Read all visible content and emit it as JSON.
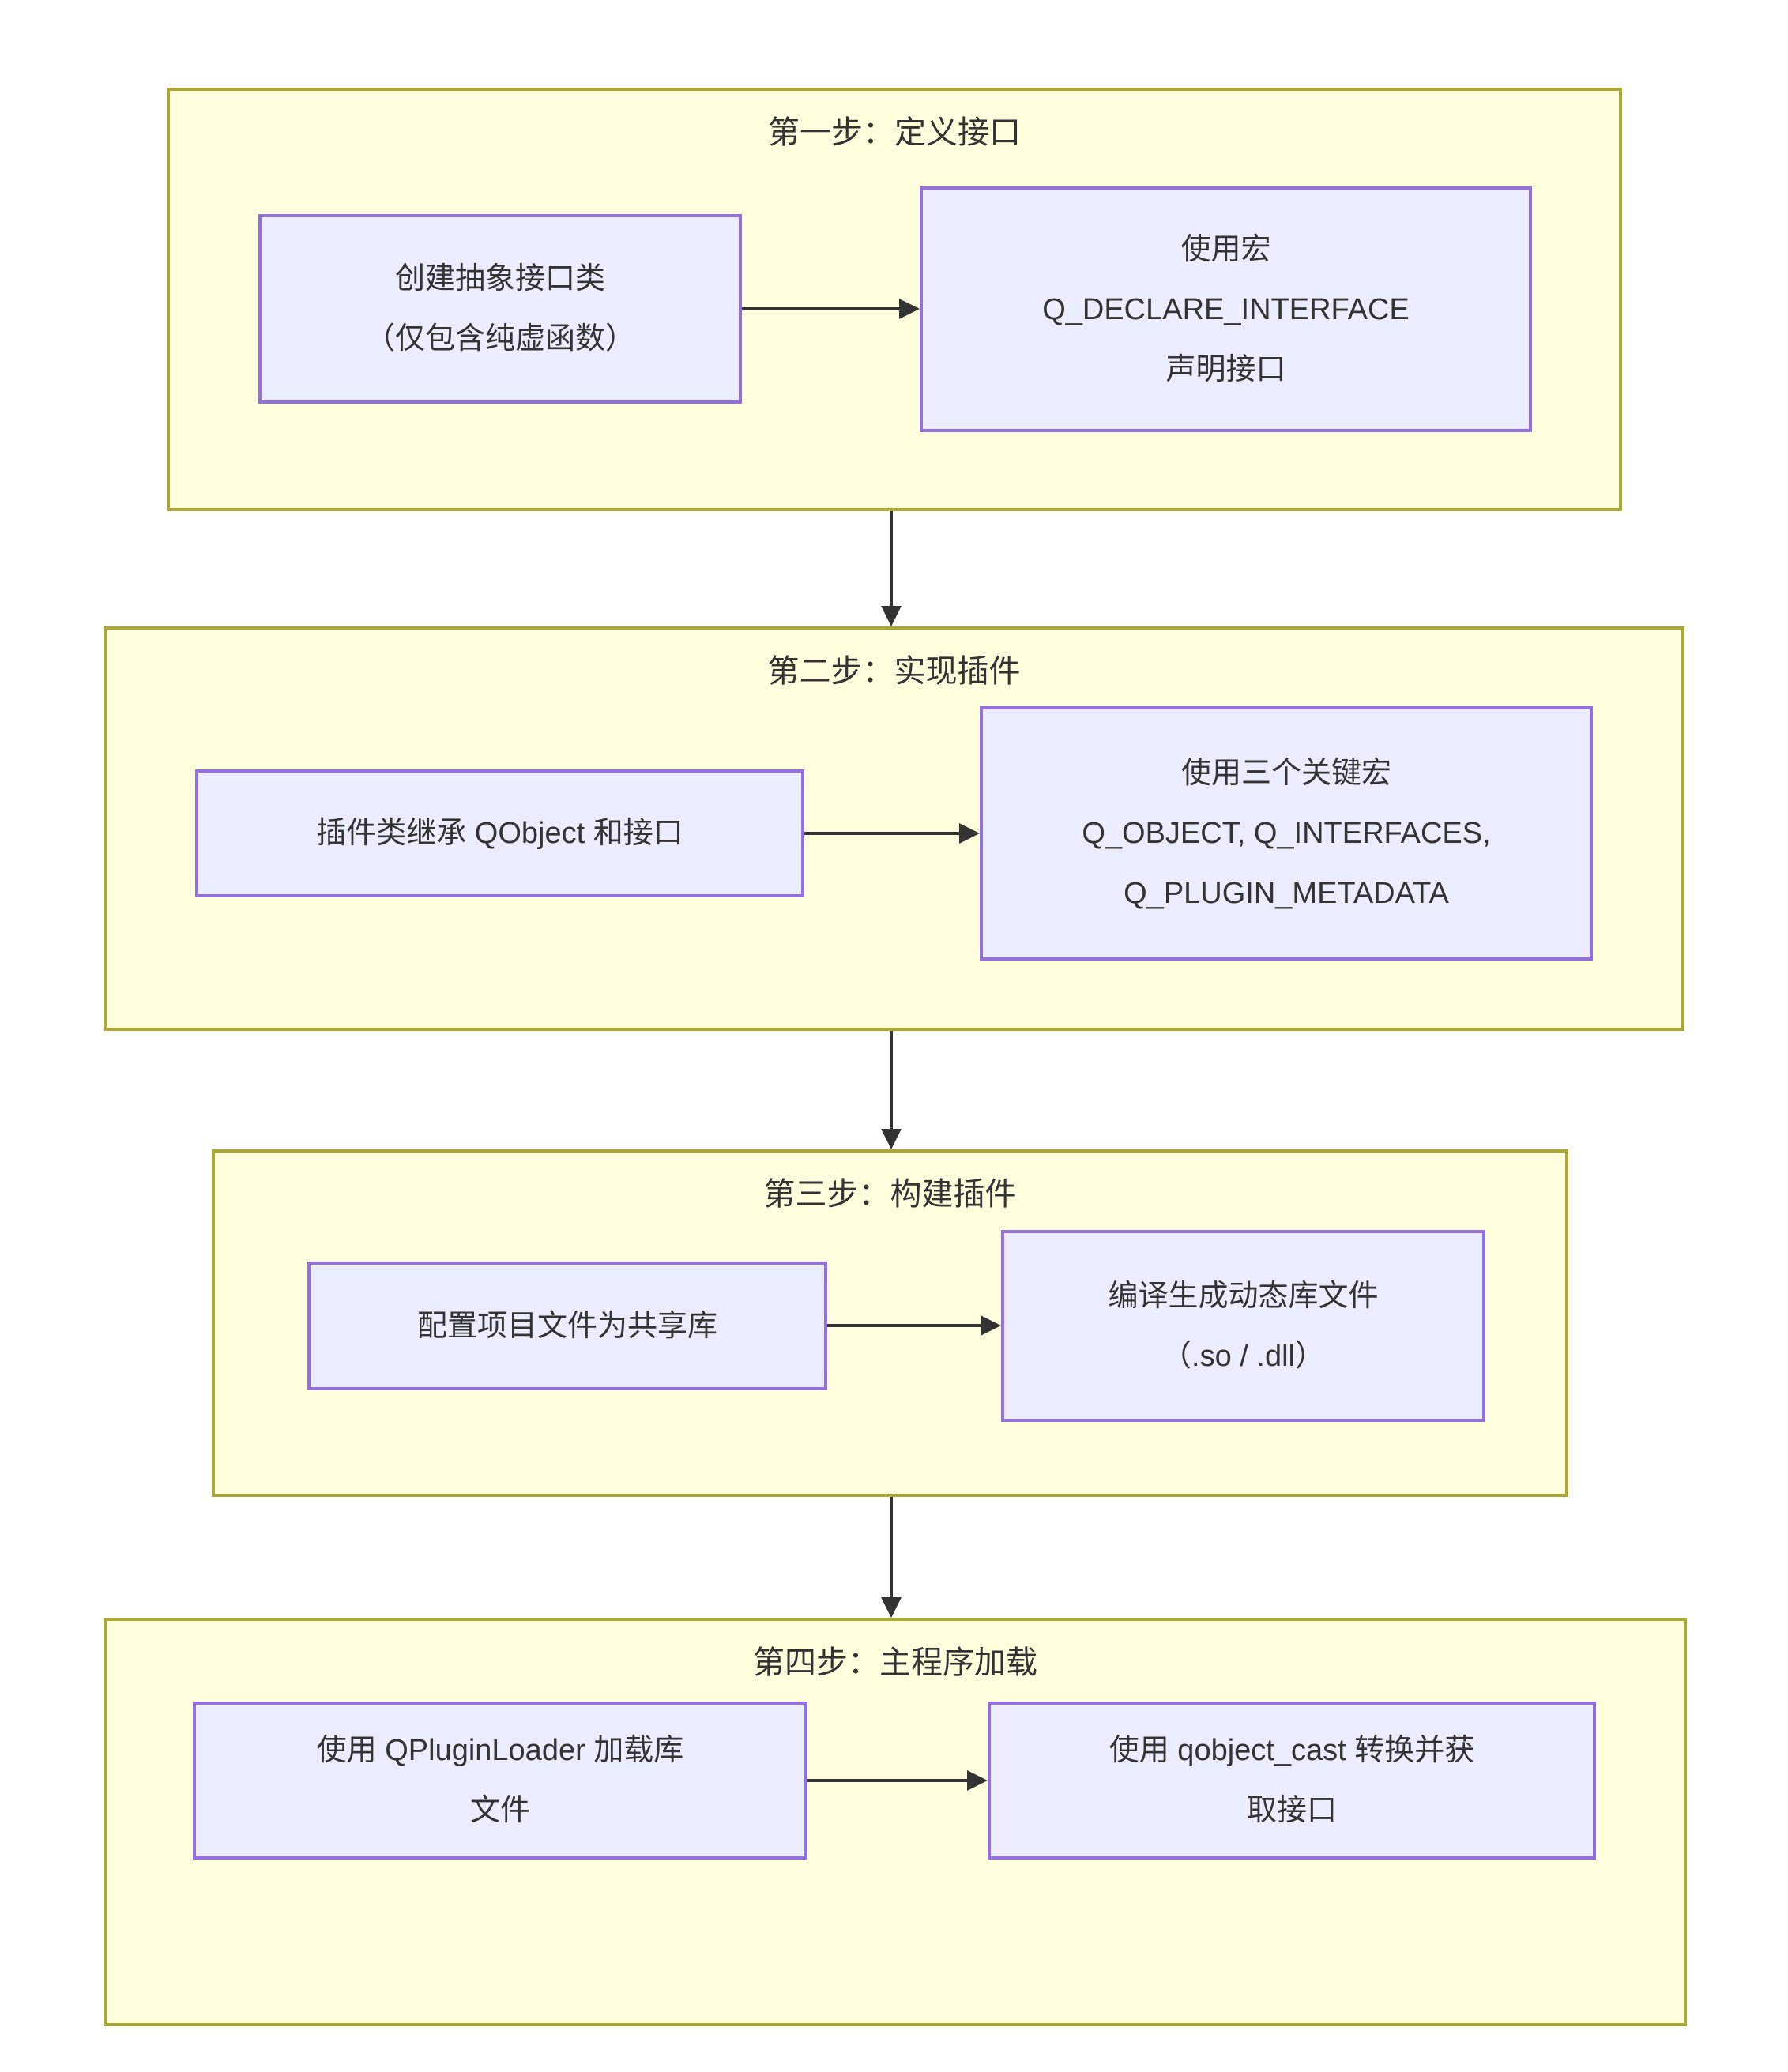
{
  "diagram": {
    "type": "flowchart",
    "direction": "top-to-bottom",
    "colors": {
      "background": "#ffffff",
      "section_fill": "#ffffde",
      "section_border": "#aaaa33",
      "node_fill": "#ececff",
      "node_border": "#9370db",
      "text": "#333333",
      "arrow": "#333333"
    },
    "sections": [
      {
        "title": "第一步：定义接口",
        "nodes": [
          {
            "lines": [
              "创建抽象接口类",
              "（仅包含纯虚函数）"
            ]
          },
          {
            "lines": [
              "使用宏",
              "Q_DECLARE_INTERFACE",
              "声明接口"
            ]
          }
        ]
      },
      {
        "title": "第二步：实现插件",
        "nodes": [
          {
            "lines": [
              "插件类继承 QObject 和接口"
            ]
          },
          {
            "lines": [
              "使用三个关键宏",
              "Q_OBJECT, Q_INTERFACES,",
              "Q_PLUGIN_METADATA"
            ]
          }
        ]
      },
      {
        "title": "第三步：构建插件",
        "nodes": [
          {
            "lines": [
              "配置项目文件为共享库"
            ]
          },
          {
            "lines": [
              "编译生成动态库文件",
              "（.so / .dll）"
            ]
          }
        ]
      },
      {
        "title": "第四步：主程序加载",
        "nodes": [
          {
            "lines": [
              "使用 QPluginLoader 加载库",
              "文件"
            ]
          },
          {
            "lines": [
              "使用 qobject_cast 转换并获",
              "取接口"
            ]
          }
        ]
      }
    ]
  }
}
